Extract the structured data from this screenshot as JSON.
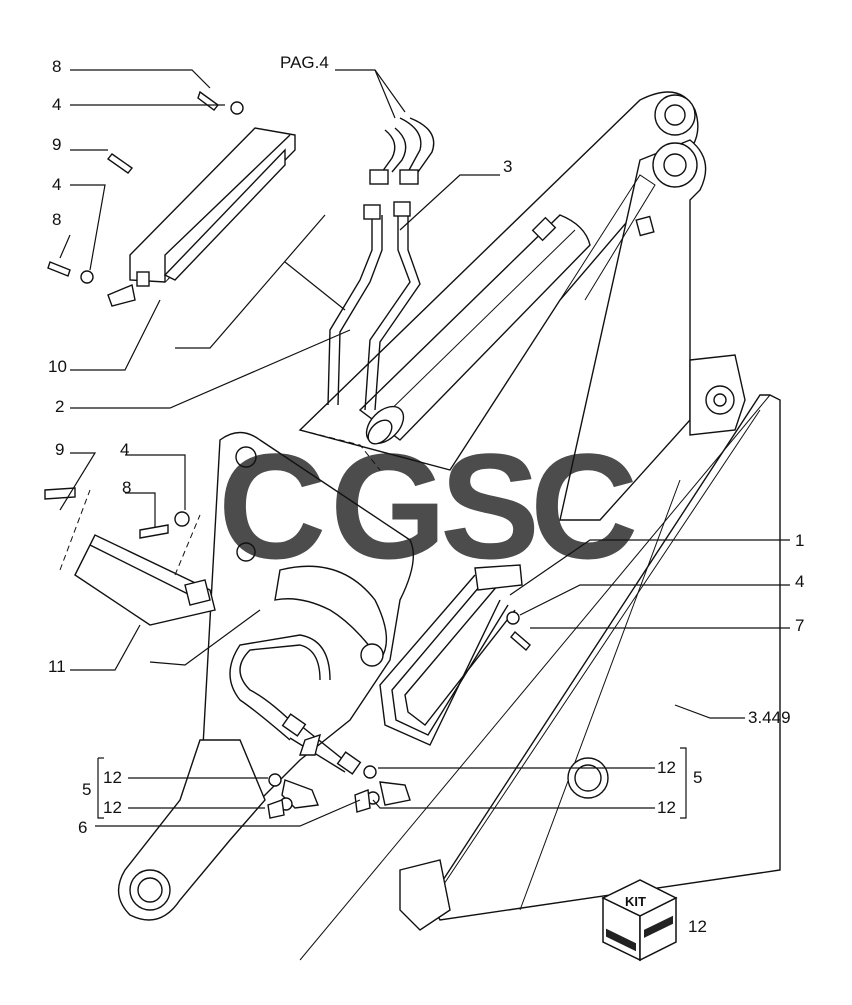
{
  "labels": {
    "l8a": "8",
    "l4a": "4",
    "l9a": "9",
    "l4b": "4",
    "l8b": "8",
    "l10": "10",
    "l2": "2",
    "pag4": "PAG.4",
    "l3": "3",
    "l9b": "9",
    "l4c": "4",
    "l8c": "8",
    "l11": "11",
    "l1": "1",
    "l4d": "4",
    "l7": "7",
    "l3449": "3.449",
    "l12a": "12",
    "l5a": "5",
    "l12b": "12",
    "l6": "6",
    "l12c": "12",
    "l5b": "5",
    "l12d": "12",
    "kit_num": "12"
  },
  "kit": {
    "text": "KIT"
  },
  "watermark": {
    "letters": [
      "C",
      "G",
      "S",
      "C"
    ],
    "colors": [
      "#4f8ff0",
      "#ee5a5a",
      "#f6d15a",
      "#5fb98a"
    ]
  }
}
